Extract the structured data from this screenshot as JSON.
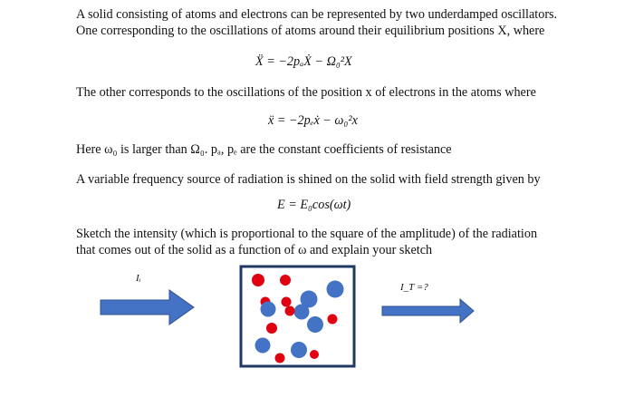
{
  "text": {
    "p1_line1": "A solid consisting of atoms and electrons can be represented by two underdamped oscillators.",
    "p1_line2": "One corresponding to the oscillations of atoms around their equilibrium positions X, where",
    "eq1": "Ẍ = −2pₐẊ − Ω₀²X",
    "p2": "The other corresponds to the oscillations of the position x of electrons in the atoms where",
    "eq2": "ẍ = −2pₑẋ − ω₀²x",
    "p3": "Here ω₀ is larger than Ω₀. pₐ, pₑ are the constant coefficients of resistance",
    "p4": "A variable frequency source of radiation is shined on the solid with field strength given by",
    "eq3": "E = E₀cos(ωt)",
    "p5_line1": "Sketch the intensity (which is proportional to the square of the amplitude) of the radiation",
    "p5_line2": "that comes out of the solid as a function of ω and explain your sketch"
  },
  "diagram": {
    "incident_label": "Iᵢ",
    "transmitted_label": "I_T =?",
    "colors": {
      "arrow": "#4472c4",
      "arrow_stroke": "#2f528f",
      "box": "#1f3864",
      "atom": "#4472c4",
      "electron": "#e0000f"
    }
  }
}
